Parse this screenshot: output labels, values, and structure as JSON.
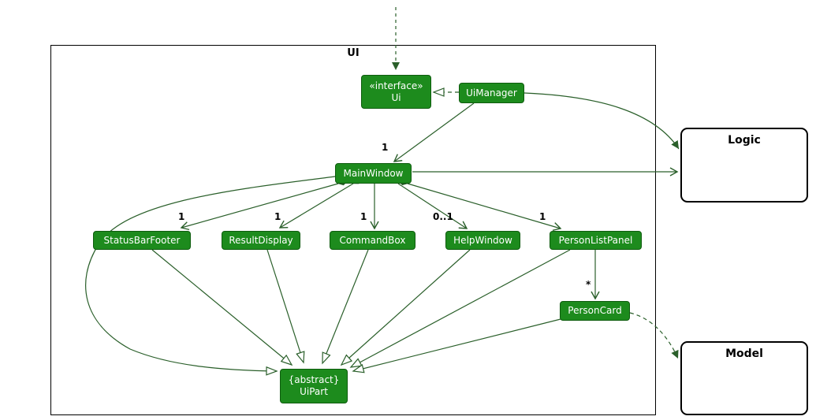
{
  "colors": {
    "class_fill": "#1d8b1d",
    "class_border": "#0e5c0e",
    "class_text": "#ffffff",
    "relation_line": "#2a5f2a",
    "frame_border": "#000000",
    "label_text": "#000000"
  },
  "diagram": {
    "frame_label": "UI",
    "classes": {
      "ui_interface": {
        "stereotype": "«interface»",
        "name": "Ui"
      },
      "ui_manager": {
        "name": "UiManager"
      },
      "main_window": {
        "name": "MainWindow"
      },
      "status_bar_footer": {
        "name": "StatusBarFooter"
      },
      "result_display": {
        "name": "ResultDisplay"
      },
      "command_box": {
        "name": "CommandBox"
      },
      "help_window": {
        "name": "HelpWindow"
      },
      "person_list_panel": {
        "name": "PersonListPanel"
      },
      "person_card": {
        "name": "PersonCard"
      },
      "ui_part": {
        "modifier": "{abstract}",
        "name": "UiPart"
      }
    },
    "external_components": {
      "logic": {
        "label": "Logic"
      },
      "model": {
        "label": "Model"
      }
    },
    "multiplicities": {
      "uimanager_mainwindow": "1",
      "mainwindow_statusbarfooter": "1",
      "mainwindow_resultdisplay": "1",
      "mainwindow_commandbox": "1",
      "mainwindow_helpwindow": "0..1",
      "mainwindow_personlistpanel": "1",
      "personlistpanel_personcard": "*"
    }
  }
}
